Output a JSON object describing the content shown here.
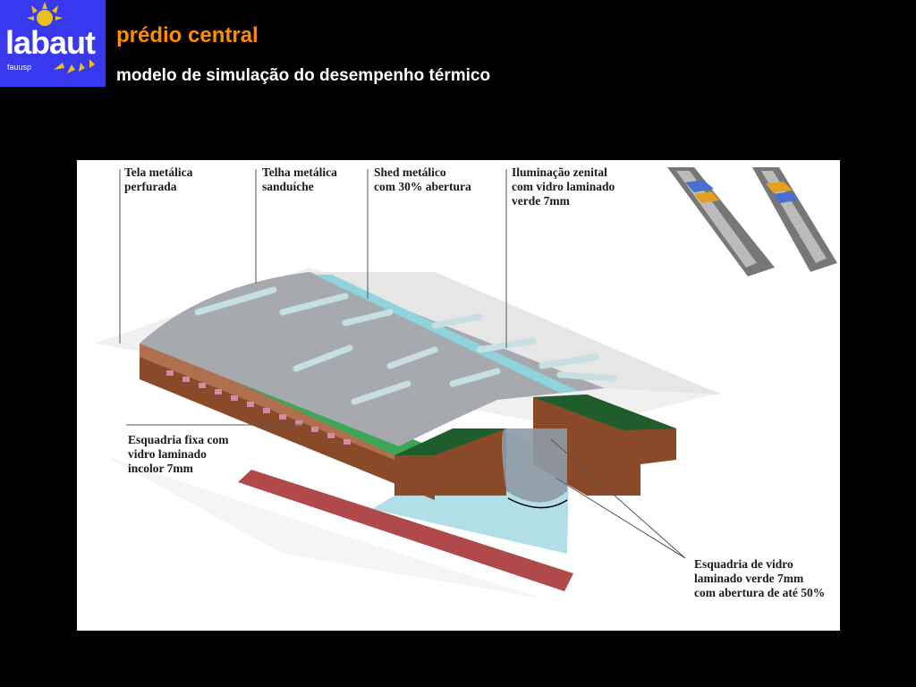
{
  "header": {
    "logo_text": "labaut",
    "logo_subtext": "fauusp",
    "title": "prédio central",
    "subtitle": "modelo de simulação do desempenho térmico"
  },
  "diagram": {
    "labels": {
      "tela": [
        "Tela metálica",
        "perfurada"
      ],
      "telha": [
        "Telha metálica",
        "sanduíche"
      ],
      "shed": [
        "Shed metálico",
        "com 30% abertura"
      ],
      "iluminacao": [
        "Iluminação zenital",
        "com vidro laminado",
        "verde 7mm"
      ],
      "esquadria_fixa": [
        "Esquadria fixa com",
        "vidro laminado",
        "incolor 7mm"
      ],
      "esquadria_vidro": [
        "Esquadria de vidro",
        "laminado verde 7mm",
        "com abertura de até 50%"
      ]
    }
  },
  "colors": {
    "logo_bg": "#3838ee",
    "title": "#ff8c00",
    "roof_gray": "#a6a9ad",
    "shed_cyan": "#8fd3dd",
    "green_band": "#3ea657",
    "brown_structure": "#8a4a2a",
    "red_slab": "#b04a4a"
  }
}
